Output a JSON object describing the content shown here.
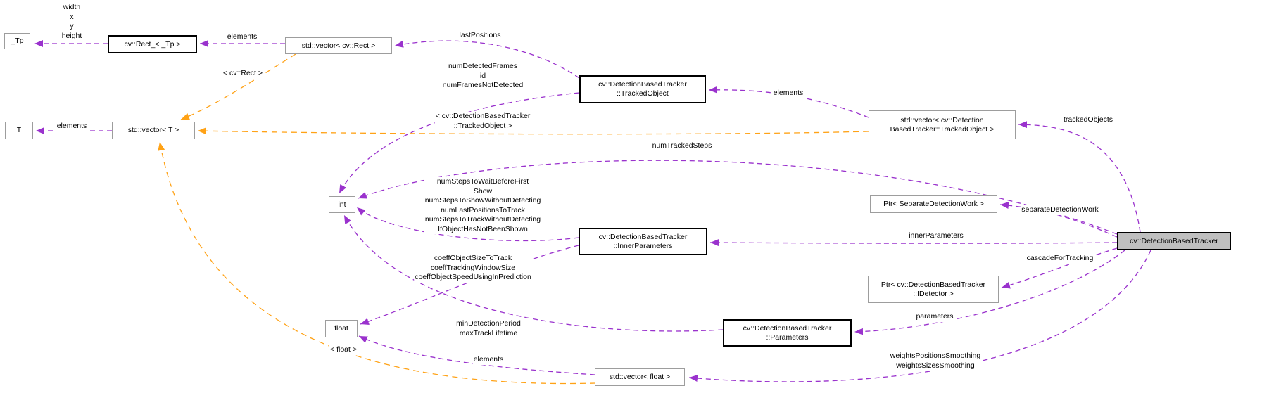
{
  "diagram": {
    "type": "doxygen-collaboration-graph",
    "subject": "cv::DetectionBasedTracker",
    "colors": {
      "usage_edge": "#9a32cd",
      "template_edge": "#ffa216",
      "documented_node_border": "#000000",
      "plain_node_border": "#9d9d9d",
      "main_node_fill": "#bfbfbf",
      "background": "#ffffff"
    }
  },
  "nodes": {
    "tp": {
      "label": "_Tp"
    },
    "rect": {
      "label": "cv::Rect_< _Tp >"
    },
    "vec_rect": {
      "label": "std::vector< cv::Rect >"
    },
    "tracked_object": {
      "label": "cv::DetectionBasedTracker\n::TrackedObject"
    },
    "vec_tracked_object": {
      "label": "std::vector< cv::Detection\nBasedTracker::TrackedObject >"
    },
    "t": {
      "label": "T"
    },
    "vec_t": {
      "label": "std::vector< T >"
    },
    "int": {
      "label": "int"
    },
    "inner_parameters": {
      "label": "cv::DetectionBasedTracker\n::InnerParameters"
    },
    "ptr_separate": {
      "label": "Ptr< SeparateDetectionWork >"
    },
    "main": {
      "label": "cv::DetectionBasedTracker"
    },
    "ptr_idetector": {
      "label": "Ptr< cv::DetectionBasedTracker\n::IDetector >"
    },
    "parameters": {
      "label": "cv::DetectionBasedTracker\n::Parameters"
    },
    "float": {
      "label": "float"
    },
    "vec_float": {
      "label": "std::vector< float >"
    }
  },
  "edge_labels": {
    "rect_fields": "width\nx\ny\nheight",
    "elements_rect": "elements",
    "last_positions": "lastPositions",
    "tracked_int_fields": "numDetectedFrames\nid\nnumFramesNotDetected",
    "elements_vec_tracked": "elements",
    "tracked_objects": "trackedObjects",
    "template_rect": "< cv::Rect >",
    "elements_vec_t": "elements",
    "template_tracked": "< cv::DetectionBasedTracker\n::TrackedObject >",
    "num_tracked_steps": "numTrackedSteps",
    "inner_int_fields": "numStepsToWaitBeforeFirst\nShow\nnumStepsToShowWithoutDetecting\nnumLastPositionsToTrack\nnumStepsToTrackWithoutDetecting\nIfObjectHasNotBeenShown",
    "inner_float_fields": "coeffObjectSizeToTrack\ncoeffTrackingWindowSize\ncoeffObjectSpeedUsingInPrediction",
    "param_int_fields": "minDetectionPeriod\nmaxTrackLifetime",
    "template_float": "< float >",
    "elements_vec_float": "elements",
    "inner_parameters": "innerParameters",
    "separate_detection_work": "separateDetectionWork",
    "cascade_for_tracking": "cascadeForTracking",
    "parameters": "parameters",
    "weights_fields": "weightsPositionsSmoothing\nweightsSizesSmoothing"
  }
}
